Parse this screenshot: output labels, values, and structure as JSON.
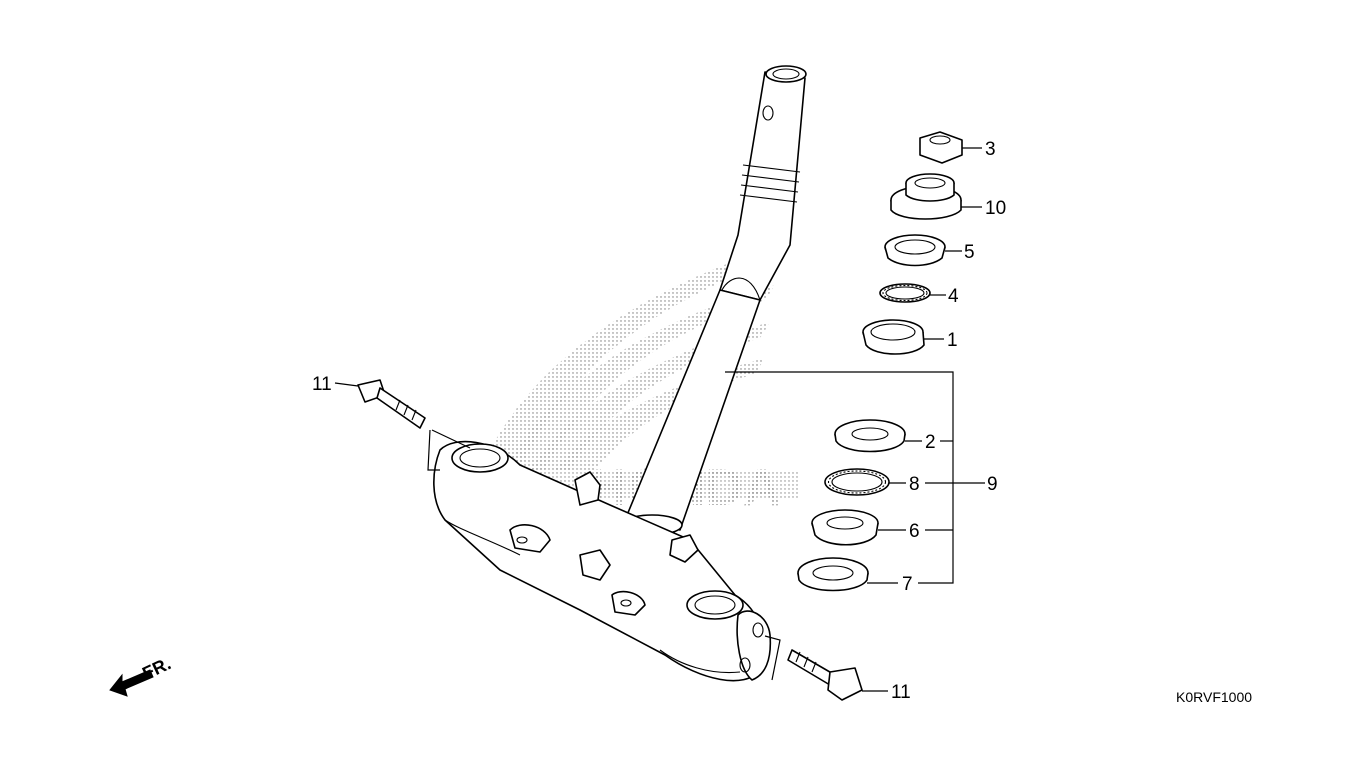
{
  "diagram": {
    "code": "K0RVF1000",
    "watermark": "HONDA",
    "direction_label": "FR.",
    "callouts": [
      {
        "id": "p3",
        "label": "3"
      },
      {
        "id": "p10",
        "label": "10"
      },
      {
        "id": "p5",
        "label": "5"
      },
      {
        "id": "p4",
        "label": "4"
      },
      {
        "id": "p1",
        "label": "1"
      },
      {
        "id": "p2",
        "label": "2"
      },
      {
        "id": "p8",
        "label": "8"
      },
      {
        "id": "p9",
        "label": "9"
      },
      {
        "id": "p6",
        "label": "6"
      },
      {
        "id": "p7",
        "label": "7"
      },
      {
        "id": "p11a",
        "label": "11"
      },
      {
        "id": "p11b",
        "label": "11"
      }
    ]
  }
}
